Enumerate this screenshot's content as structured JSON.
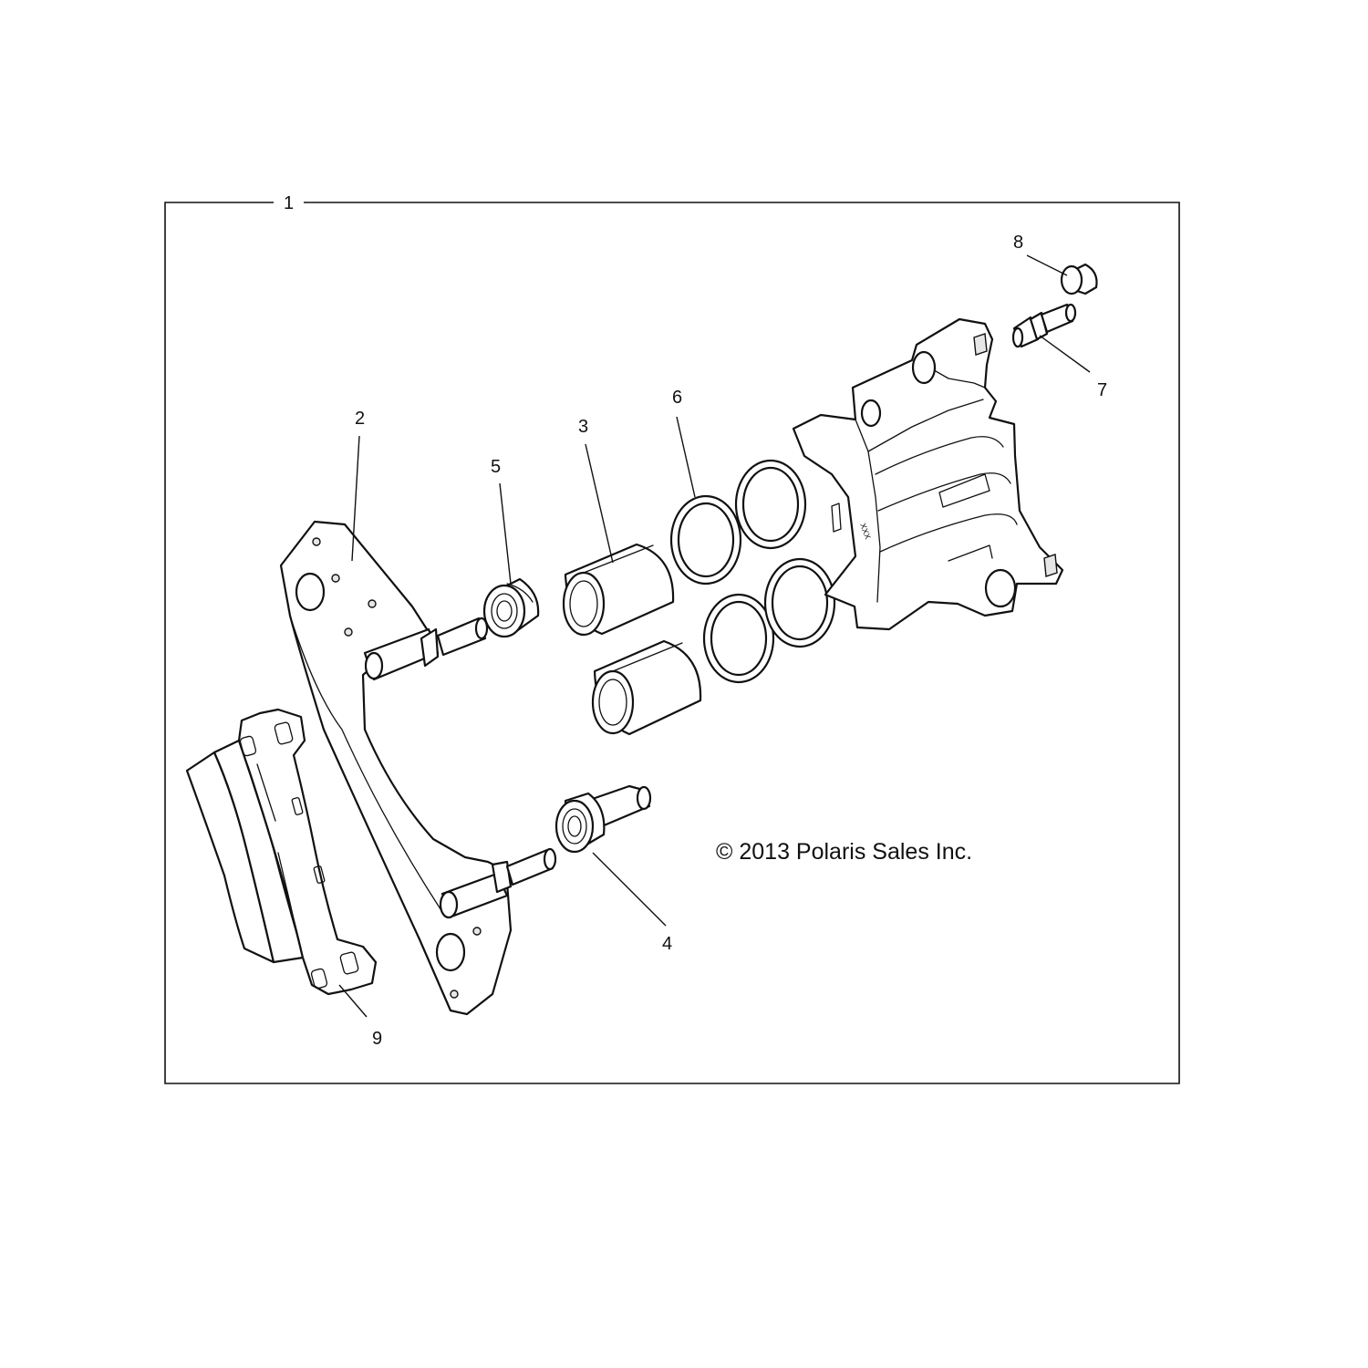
{
  "callouts": {
    "c1": "1",
    "c2": "2",
    "c3": "3",
    "c4": "4",
    "c5": "5",
    "c6": "6",
    "c7": "7",
    "c8": "8",
    "c9": "9"
  },
  "copyright": "© 2013 Polaris Sales Inc.",
  "caliper_mark": "XXX"
}
